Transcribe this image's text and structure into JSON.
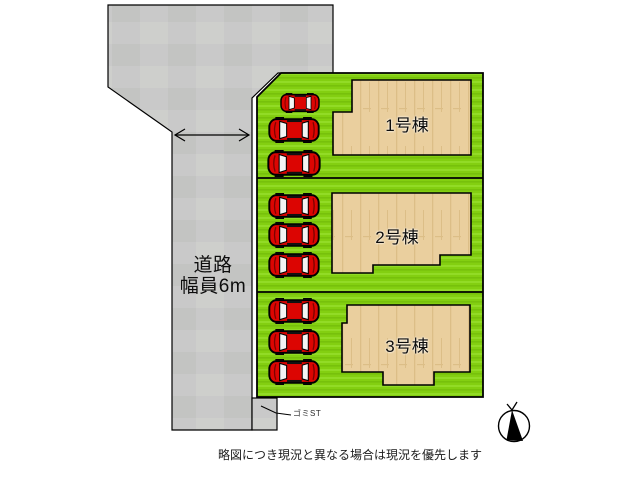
{
  "road": {
    "name_label": "道路",
    "width_label": "幅員6m"
  },
  "buildings": [
    {
      "label": "1号棟"
    },
    {
      "label": "2号棟"
    },
    {
      "label": "3号棟"
    }
  ],
  "garbage_station_label": "ゴミST",
  "disclaimer": "略図につき現況と異なる場合は現況を優先します",
  "lot_count": 3,
  "cars_per_lot": 3,
  "icons": {
    "compass": "compass-needle-in-circle",
    "car": "red-car-top-view",
    "road_width_arrow": "double-headed-arrow"
  },
  "colors": {
    "grass_base": "#83cf11",
    "grass_light": "#92db26",
    "grass_dark": "#77c10b",
    "road_base": "#c9c9c9",
    "road_light": "#cecfcc",
    "road_dark": "#c3c4c2",
    "house_base": "#eacf9e",
    "house_grain": "#dcbe87",
    "car_red": "#dc0502"
  }
}
